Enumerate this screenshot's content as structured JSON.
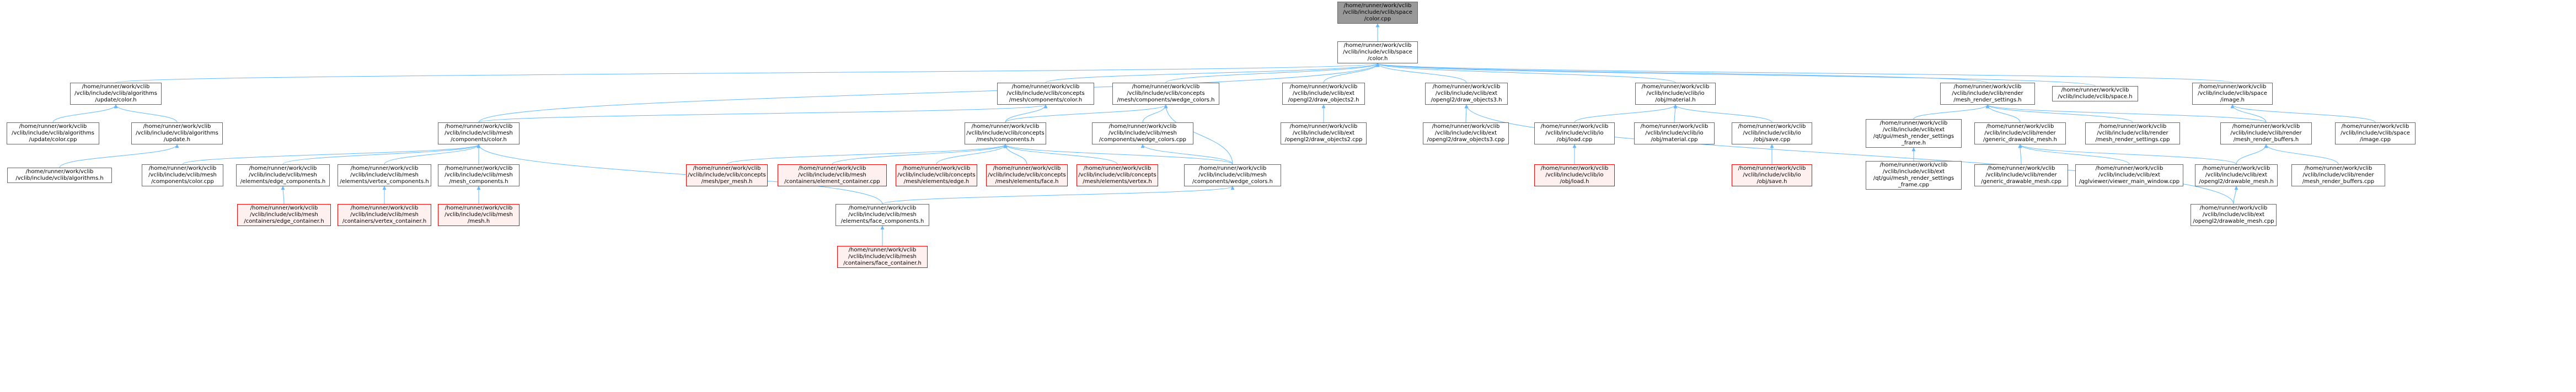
{
  "graph": {
    "title": "",
    "colors": {
      "edge": "#63b8ff",
      "node_border": "#666666",
      "root_fill": "#999999",
      "missing_border": "#ff0000",
      "missing_fill": "#fff0f0"
    },
    "nodes": {
      "n0": {
        "label": "/home/runner/work/vclib\n/vclib/include/vclib/space\n/color.cpp",
        "kind": "root"
      },
      "n1": {
        "label": "/home/runner/work/vclib\n/vclib/include/vclib/space\n/color.h",
        "kind": "normal"
      },
      "n2": {
        "label": "/home/runner/work/vclib\n/vclib/include/vclib/algorithms\n/update/color.h",
        "kind": "normal"
      },
      "n3": {
        "label": "/home/runner/work/vclib\n/vclib/include/vclib/algorithms\n/update/color.cpp",
        "kind": "normal"
      },
      "n4": {
        "label": "/home/runner/work/vclib\n/vclib/include/vclib/algorithms\n/update.h",
        "kind": "normal"
      },
      "n5": {
        "label": "/home/runner/work/vclib\n/vclib/include/vclib/algorithms.h",
        "kind": "normal"
      },
      "n6": {
        "label": "/home/runner/work/vclib\n/vclib/include/vclib/concepts\n/mesh/components/color.h",
        "kind": "normal"
      },
      "n7": {
        "label": "/home/runner/work/vclib\n/vclib/include/vclib/mesh\n/components/color.h",
        "kind": "normal"
      },
      "n8": {
        "label": "/home/runner/work/vclib\n/vclib/include/vclib/concepts\n/mesh/components/wedge_colors.h",
        "kind": "normal"
      },
      "n9": {
        "label": "/home/runner/work/vclib\n/vclib/include/vclib/ext\n/opengl2/draw_objects2.h",
        "kind": "normal"
      },
      "n10": {
        "label": "/home/runner/work/vclib\n/vclib/include/vclib/ext\n/opengl2/draw_objects3.h",
        "kind": "normal"
      },
      "n11": {
        "label": "/home/runner/work/vclib\n/vclib/include/vclib/io\n/obj/material.h",
        "kind": "normal"
      },
      "n12": {
        "label": "/home/runner/work/vclib\n/vclib/include/vclib/render\n/mesh_render_settings.h",
        "kind": "normal"
      },
      "n13": {
        "label": "/home/runner/work/vclib\n/vclib/include/vclib/space.h",
        "kind": "normal"
      },
      "n14": {
        "label": "/home/runner/work/vclib\n/vclib/include/vclib/space\n/image.h",
        "kind": "normal"
      },
      "n15": {
        "label": "/home/runner/work/vclib\n/vclib/include/vclib/mesh\n/components/color.cpp",
        "kind": "normal"
      },
      "n16": {
        "label": "/home/runner/work/vclib\n/vclib/include/vclib/mesh\n/elements/edge_components.h",
        "kind": "normal"
      },
      "n17": {
        "label": "/home/runner/work/vclib\n/vclib/include/vclib/mesh\n/elements/vertex_components.h",
        "kind": "normal"
      },
      "n18": {
        "label": "/home/runner/work/vclib\n/vclib/include/vclib/mesh\n/mesh_components.h",
        "kind": "normal"
      },
      "n19": {
        "label": "/home/runner/work/vclib\n/vclib/include/vclib/concepts\n/mesh/components.h",
        "kind": "normal"
      },
      "n20": {
        "label": "/home/runner/work/vclib\n/vclib/include/vclib/mesh\n/components/wedge_colors.cpp",
        "kind": "normal"
      },
      "n21": {
        "label": "/home/runner/work/vclib\n/vclib/include/vclib/ext\n/opengl2/draw_objects2.cpp",
        "kind": "normal"
      },
      "n22": {
        "label": "/home/runner/work/vclib\n/vclib/include/vclib/ext\n/opengl2/draw_objects3.cpp",
        "kind": "normal"
      },
      "n23": {
        "label": "/home/runner/work/vclib\n/vclib/include/vclib/io\n/obj/load.cpp",
        "kind": "normal"
      },
      "n24": {
        "label": "/home/runner/work/vclib\n/vclib/include/vclib/io\n/obj/material.cpp",
        "kind": "normal"
      },
      "n25": {
        "label": "/home/runner/work/vclib\n/vclib/include/vclib/io\n/obj/save.cpp",
        "kind": "normal"
      },
      "n26": {
        "label": "/home/runner/work/vclib\n/vclib/include/vclib/ext\n/qt/gui/mesh_render_settings\n_frame.h",
        "kind": "normal"
      },
      "n27": {
        "label": "/home/runner/work/vclib\n/vclib/include/vclib/render\n/generic_drawable_mesh.h",
        "kind": "normal"
      },
      "n28": {
        "label": "/home/runner/work/vclib\n/vclib/include/vclib/render\n/mesh_render_settings.cpp",
        "kind": "normal"
      },
      "n29": {
        "label": "/home/runner/work/vclib\n/vclib/include/vclib/render\n/mesh_render_buffers.h",
        "kind": "normal"
      },
      "n30": {
        "label": "/home/runner/work/vclib\n/vclib/include/vclib/space\n/image.cpp",
        "kind": "normal"
      },
      "n31": {
        "label": "/home/runner/work/vclib\n/vclib/include/vclib/mesh\n/containers/edge_container.h",
        "kind": "missing"
      },
      "n32": {
        "label": "/home/runner/work/vclib\n/vclib/include/vclib/mesh\n/containers/vertex_container.h",
        "kind": "missing"
      },
      "n33": {
        "label": "/home/runner/work/vclib\n/vclib/include/vclib/mesh\n/mesh.h",
        "kind": "missing"
      },
      "n34": {
        "label": "/home/runner/work/vclib\n/vclib/include/vclib/mesh\n/elements/face_components.h",
        "kind": "normal"
      },
      "n35": {
        "label": "/home/runner/work/vclib\n/vclib/include/vclib/concepts\n/mesh/per_mesh.h",
        "kind": "missing"
      },
      "n36": {
        "label": "/home/runner/work/vclib\n/vclib/include/vclib/mesh\n/containers/element_container.cpp",
        "kind": "missing"
      },
      "n37": {
        "label": "/home/runner/work/vclib\n/vclib/include/vclib/concepts\n/mesh/elements/edge.h",
        "kind": "missing"
      },
      "n38": {
        "label": "/home/runner/work/vclib\n/vclib/include/vclib/concepts\n/mesh/elements/face.h",
        "kind": "missing"
      },
      "n39": {
        "label": "/home/runner/work/vclib\n/vclib/include/vclib/concepts\n/mesh/elements/vertex.h",
        "kind": "missing"
      },
      "n40": {
        "label": "/home/runner/work/vclib\n/vclib/include/vclib/mesh\n/components/wedge_colors.h",
        "kind": "normal"
      },
      "n41": {
        "label": "/home/runner/work/vclib\n/vclib/include/vclib/io\n/obj/load.h",
        "kind": "missing"
      },
      "n42": {
        "label": "/home/runner/work/vclib\n/vclib/include/vclib/io\n/obj/save.h",
        "kind": "missing"
      },
      "n43": {
        "label": "/home/runner/work/vclib\n/vclib/include/vclib/ext\n/qt/gui/mesh_render_settings\n_frame.cpp",
        "kind": "normal"
      },
      "n44": {
        "label": "/home/runner/work/vclib\n/vclib/include/vclib/render\n/generic_drawable_mesh.cpp",
        "kind": "normal"
      },
      "n45": {
        "label": "/home/runner/work/vclib\n/vclib/include/vclib/ext\n/qglviewer/viewer_main_window.cpp",
        "kind": "normal"
      },
      "n46": {
        "label": "/home/runner/work/vclib\n/vclib/include/vclib/ext\n/opengl2/drawable_mesh.h",
        "kind": "normal"
      },
      "n47": {
        "label": "/home/runner/work/vclib\n/vclib/include/vclib/render\n/mesh_render_buffers.cpp",
        "kind": "normal"
      },
      "n48": {
        "label": "/home/runner/work/vclib\n/vclib/include/vclib/ext\n/opengl2/drawable_mesh.cpp",
        "kind": "normal"
      },
      "n49": {
        "label": "/home/runner/work/vclib\n/vclib/include/vclib/mesh\n/containers/face_container.h",
        "kind": "missing"
      }
    },
    "edges": [
      [
        "n1",
        "n0"
      ],
      [
        "n2",
        "n1"
      ],
      [
        "n6",
        "n1"
      ],
      [
        "n7",
        "n1"
      ],
      [
        "n8",
        "n1"
      ],
      [
        "n9",
        "n1"
      ],
      [
        "n10",
        "n1"
      ],
      [
        "n11",
        "n1"
      ],
      [
        "n12",
        "n1"
      ],
      [
        "n13",
        "n1"
      ],
      [
        "n14",
        "n1"
      ],
      [
        "n3",
        "n2"
      ],
      [
        "n4",
        "n2"
      ],
      [
        "n5",
        "n4"
      ],
      [
        "n7",
        "n6"
      ],
      [
        "n19",
        "n6"
      ],
      [
        "n15",
        "n7"
      ],
      [
        "n16",
        "n7"
      ],
      [
        "n17",
        "n7"
      ],
      [
        "n18",
        "n7"
      ],
      [
        "n34",
        "n7"
      ],
      [
        "n31",
        "n16"
      ],
      [
        "n32",
        "n17"
      ],
      [
        "n33",
        "n18"
      ],
      [
        "n49",
        "n34"
      ],
      [
        "n19",
        "n8"
      ],
      [
        "n20",
        "n8"
      ],
      [
        "n40",
        "n8"
      ],
      [
        "n35",
        "n19"
      ],
      [
        "n36",
        "n19"
      ],
      [
        "n37",
        "n19"
      ],
      [
        "n38",
        "n19"
      ],
      [
        "n39",
        "n19"
      ],
      [
        "n40",
        "n19"
      ],
      [
        "n40",
        "n20"
      ],
      [
        "n34",
        "n40"
      ],
      [
        "n21",
        "n9"
      ],
      [
        "n22",
        "n10"
      ],
      [
        "n48",
        "n10"
      ],
      [
        "n23",
        "n11"
      ],
      [
        "n24",
        "n11"
      ],
      [
        "n25",
        "n11"
      ],
      [
        "n41",
        "n23"
      ],
      [
        "n42",
        "n25"
      ],
      [
        "n26",
        "n12"
      ],
      [
        "n27",
        "n12"
      ],
      [
        "n28",
        "n12"
      ],
      [
        "n29",
        "n12"
      ],
      [
        "n43",
        "n26"
      ],
      [
        "n44",
        "n27"
      ],
      [
        "n45",
        "n27"
      ],
      [
        "n46",
        "n27"
      ],
      [
        "n46",
        "n29"
      ],
      [
        "n47",
        "n29"
      ],
      [
        "n48",
        "n46"
      ],
      [
        "n29",
        "n14"
      ],
      [
        "n30",
        "n14"
      ]
    ]
  }
}
